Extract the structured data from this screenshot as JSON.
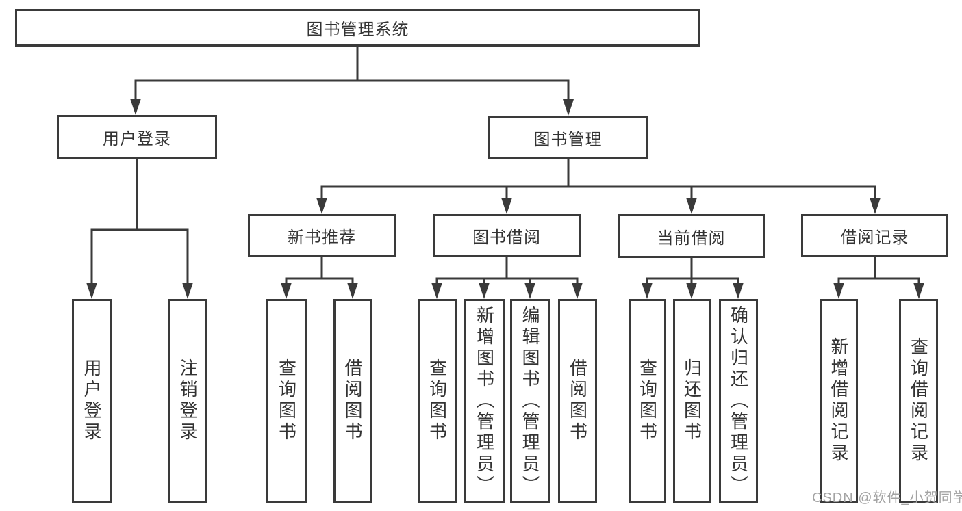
{
  "colors": {
    "line": "#3a3a3a",
    "box_border": "#3a3a3a",
    "text": "#333333",
    "watermark": "#a3a3a3",
    "background": "#ffffff"
  },
  "watermark": {
    "text": "CSDN @软件_小贺同学"
  },
  "tree": {
    "root": {
      "label": "图书管理系统"
    },
    "children": [
      {
        "label": "用户登录",
        "children": [
          {
            "label": "用户登录"
          },
          {
            "label": "注销登录"
          }
        ]
      },
      {
        "label": "图书管理",
        "children": [
          {
            "label": "新书推荐",
            "children": [
              {
                "label": "查询图书"
              },
              {
                "label": "借阅图书"
              }
            ]
          },
          {
            "label": "图书借阅",
            "children": [
              {
                "label": "查询图书"
              },
              {
                "label": "新增图书（管理员）"
              },
              {
                "label": "编辑图书（管理员）"
              },
              {
                "label": "借阅图书"
              }
            ]
          },
          {
            "label": "当前借阅",
            "children": [
              {
                "label": "查询图书"
              },
              {
                "label": "归还图书"
              },
              {
                "label": "确认归还（管理员）"
              }
            ]
          },
          {
            "label": "借阅记录",
            "children": [
              {
                "label": "新增借阅记录"
              },
              {
                "label": "查询借阅记录"
              }
            ]
          }
        ]
      }
    ]
  }
}
